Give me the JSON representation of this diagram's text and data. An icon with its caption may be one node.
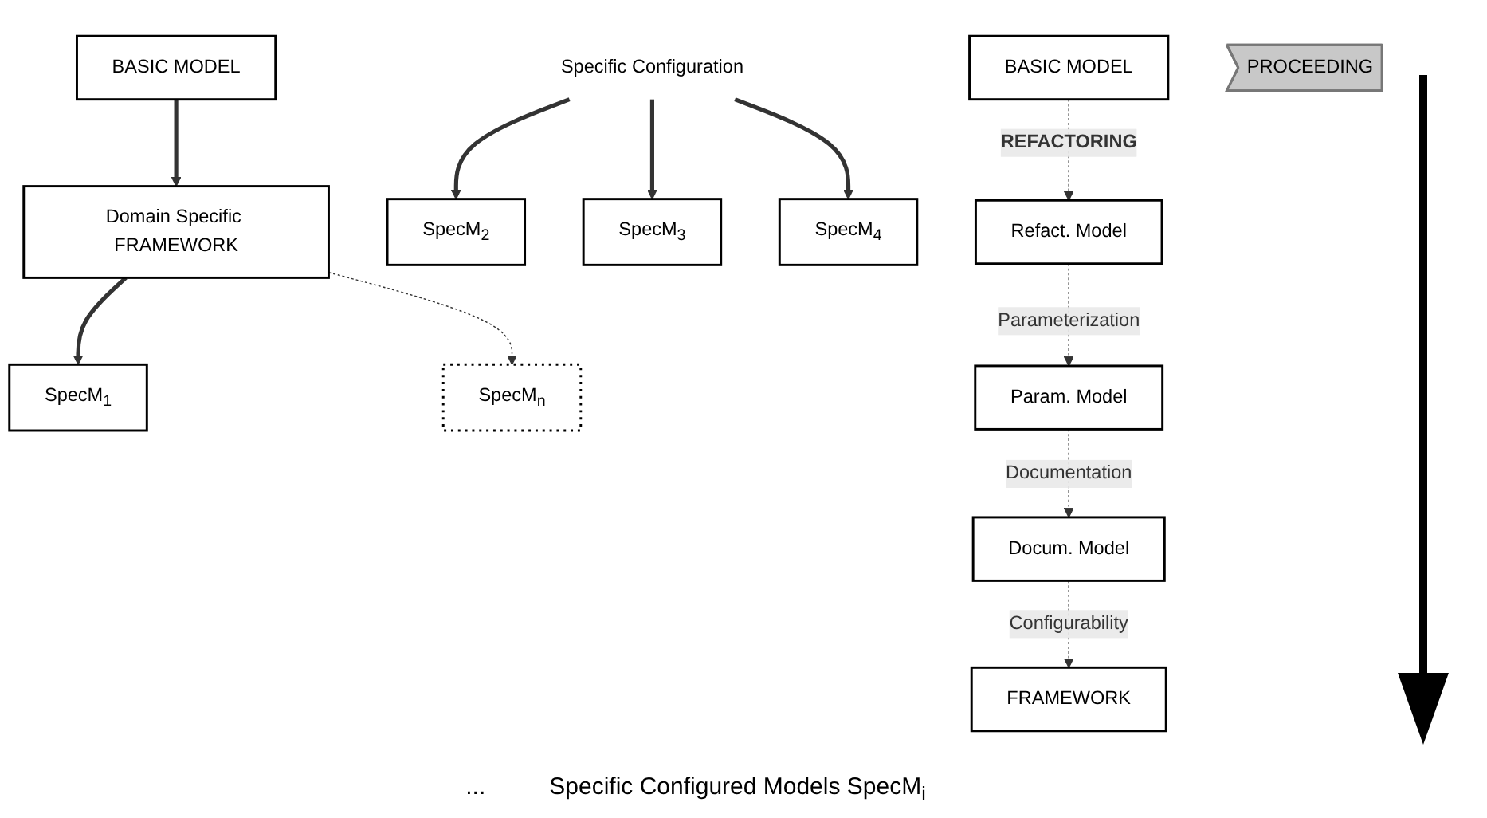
{
  "diagram": {
    "nodes": [
      {
        "text": [
          "BASIC MODEL"
        ]
      },
      {
        "text": [
          "Domain Specific FRAMEWORK"
        ]
      },
      {
        "text": [
          "SpecM$_{1}$"
        ]
      },
      {
        "text": [
          "SpecM$_{n}$"
        ]
      },
      {
        "text": [
          "Specific Configuration"
        ]
      },
      {
        "text": [
          "SpecM$_{2}$"
        ]
      },
      {
        "text": [
          "SpecM$_{3}$"
        ]
      },
      {
        "text": [
          "SpecM$_{4}$"
        ]
      },
      {
        "text": [
          "BASIC MODEL"
        ]
      },
      {
        "text": [
          "Refact. Model"
        ]
      },
      {
        "text": [
          "Param. Model"
        ]
      },
      {
        "text": [
          "Docum. Model"
        ]
      },
      {
        "text": [
          "FRAMEWORK"
        ]
      },
      {
        "text": [
          "PROCEEDING"
        ]
      }
    ],
    "edges": [
      {
        "from": 0,
        "to": 1,
        "arrow": "to",
        "style": "thick"
      },
      {
        "from": 1,
        "to": 2,
        "arrow": "to",
        "style": "thick"
      },
      {
        "from": 1,
        "to": 3,
        "arrow": "to",
        "style": "dashed"
      },
      {
        "from": 4,
        "to": 5,
        "arrow": "to",
        "style": "thick"
      },
      {
        "from": 4,
        "to": 6,
        "arrow": "to",
        "style": "thick"
      },
      {
        "from": 4,
        "to": 7,
        "arrow": "to",
        "style": "thick"
      },
      {
        "from": 8,
        "to": 9,
        "label": "REFACTORING",
        "arrow": "to",
        "style": "dashed"
      },
      {
        "from": 9,
        "to": 10,
        "label": "Parameterization",
        "arrow": "to",
        "style": "dashed"
      },
      {
        "from": 10,
        "to": 11,
        "label": "Documentation",
        "arrow": "to",
        "style": "dashed"
      },
      {
        "from": 11,
        "to": 12,
        "label": "Configurability",
        "arrow": "to",
        "style": "dashed"
      }
    ],
    "labels": [
      "...",
      "Specific Configured Models SpecM$_{i}$"
    ]
  }
}
